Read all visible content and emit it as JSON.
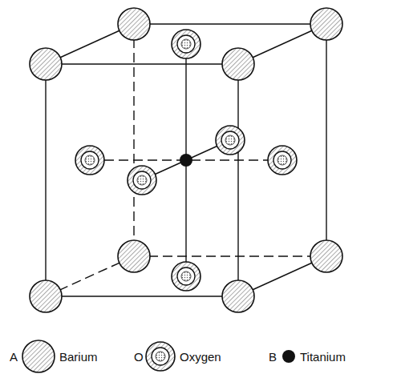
{
  "diagram": {
    "labels": [
      "A",
      "O",
      "B"
    ],
    "legend": [
      {
        "text": "Barium"
      },
      {
        "text": "Oxygen"
      },
      {
        "text": "Titanium"
      }
    ]
  }
}
